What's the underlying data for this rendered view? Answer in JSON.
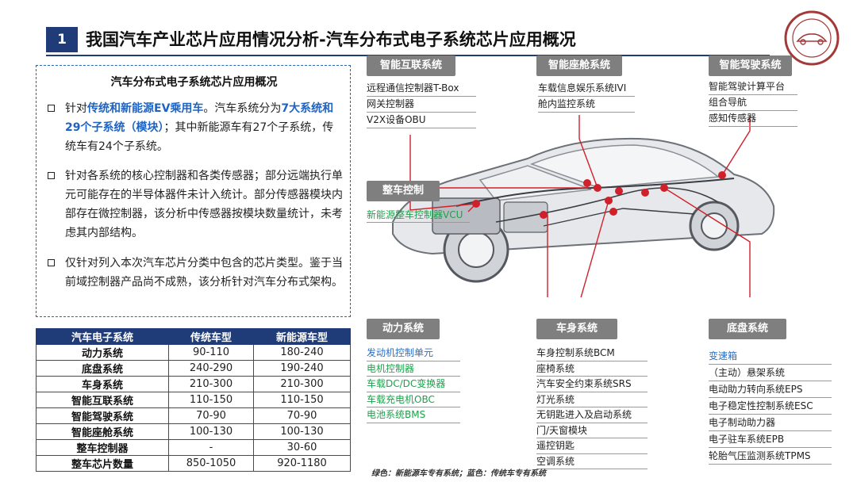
{
  "header": {
    "number": "1",
    "title": "我国汽车产业芯片应用情况分析-汽车分布式电子系统芯片应用概况"
  },
  "description": {
    "title": "汽车分布式电子系统芯片应用概况",
    "bullets": [
      {
        "parts": [
          {
            "text": "针对",
            "hl": false
          },
          {
            "text": "传统和新能源EV乘用车",
            "hl": true
          },
          {
            "text": "。汽车系统分为",
            "hl": false
          },
          {
            "text": "7大系统和29个子系统（模块）",
            "hl": true
          },
          {
            "text": "；其中新能源车有27个子系统，传统车有24个子系统。",
            "hl": false
          }
        ]
      },
      {
        "parts": [
          {
            "text": "针对各系统的核心控制器和各类传感器；部分远端执行单元可能存在的半导体器件未计入统计。部分传感器模块内部存在微控制器，该分析中传感器按模块数量统计，未考虑其内部结构。",
            "hl": false
          }
        ]
      },
      {
        "parts": [
          {
            "text": "仅针对列入本次汽车芯片分类中包含的芯片类型。鉴于当前域控制器产品尚不成熟，该分析针对汽车分布式架构。",
            "hl": false
          }
        ]
      }
    ]
  },
  "table": {
    "headers": [
      "汽车电子系统",
      "传统车型",
      "新能源车型"
    ],
    "rows": [
      [
        "动力系统",
        "90-110",
        "180-240"
      ],
      [
        "底盘系统",
        "240-290",
        "190-240"
      ],
      [
        "车身系统",
        "210-300",
        "210-300"
      ],
      [
        "智能互联系统",
        "110-150",
        "110-150"
      ],
      [
        "智能驾驶系统",
        "70-90",
        "70-90"
      ],
      [
        "智能座舱系统",
        "100-130",
        "100-130"
      ],
      [
        "整车控制器",
        "-",
        "30-60"
      ],
      [
        "整车芯片数量",
        "850-1050",
        "920-1180"
      ]
    ]
  },
  "groups": {
    "connect": {
      "title": "智能互联系统",
      "items": [
        {
          "text": "远程通信控制器T-Box",
          "color": "dark"
        },
        {
          "text": "网关控制器",
          "color": "dark"
        },
        {
          "text": "V2X设备OBU",
          "color": "dark"
        }
      ]
    },
    "cockpit": {
      "title": "智能座舱系统",
      "items": [
        {
          "text": "车载信息娱乐系统IVI",
          "color": "dark"
        },
        {
          "text": "舱内监控系统",
          "color": "dark"
        }
      ]
    },
    "adas": {
      "title": "智能驾驶系统",
      "items": [
        {
          "text": "智能驾驶计算平台",
          "color": "dark"
        },
        {
          "text": "组合导航",
          "color": "dark"
        },
        {
          "text": "感知传感器",
          "color": "dark"
        }
      ]
    },
    "vcu": {
      "title": "整车控制",
      "items": [
        {
          "text": "新能源整车控制器VCU",
          "color": "green"
        }
      ]
    },
    "power": {
      "title": "动力系统",
      "items": [
        {
          "text": "发动机控制单元",
          "color": "blue"
        },
        {
          "text": "电机控制器",
          "color": "green"
        },
        {
          "text": "车载DC/DC变换器",
          "color": "green"
        },
        {
          "text": "车载充电机OBC",
          "color": "green"
        },
        {
          "text": "电池系统BMS",
          "color": "green"
        }
      ]
    },
    "body": {
      "title": "车身系统",
      "items": [
        {
          "text": "车身控制系统BCM",
          "color": "dark"
        },
        {
          "text": "座椅系统",
          "color": "dark"
        },
        {
          "text": "汽车安全约束系统SRS",
          "color": "dark"
        },
        {
          "text": "灯光系统",
          "color": "dark"
        },
        {
          "text": "无钥匙进入及启动系统",
          "color": "dark"
        },
        {
          "text": "门/天窗模块",
          "color": "dark"
        },
        {
          "text": "遥控钥匙",
          "color": "dark"
        },
        {
          "text": "空调系统",
          "color": "dark"
        }
      ]
    },
    "chassis": {
      "title": "底盘系统",
      "items": [
        {
          "text": "变速箱",
          "color": "blue"
        },
        {
          "text": "（主动）悬架系统",
          "color": "dark"
        },
        {
          "text": "电动助力转向系统EPS",
          "color": "dark"
        },
        {
          "text": "电子稳定性控制系统ESC",
          "color": "dark"
        },
        {
          "text": "电子制动助力器",
          "color": "dark"
        },
        {
          "text": "电子驻车系统EPB",
          "color": "dark"
        },
        {
          "text": "轮胎气压监测系统TPMS",
          "color": "dark"
        }
      ]
    }
  },
  "note": "绿色：新能源车专有系统；蓝色：传统车专有系统",
  "colors": {
    "accent": "#1f3c78",
    "highlight": "#1e63c4",
    "green": "#1aa34a",
    "blue": "#2a6fc9",
    "tag": "#7f7f7f",
    "dot": "#d0202a"
  }
}
